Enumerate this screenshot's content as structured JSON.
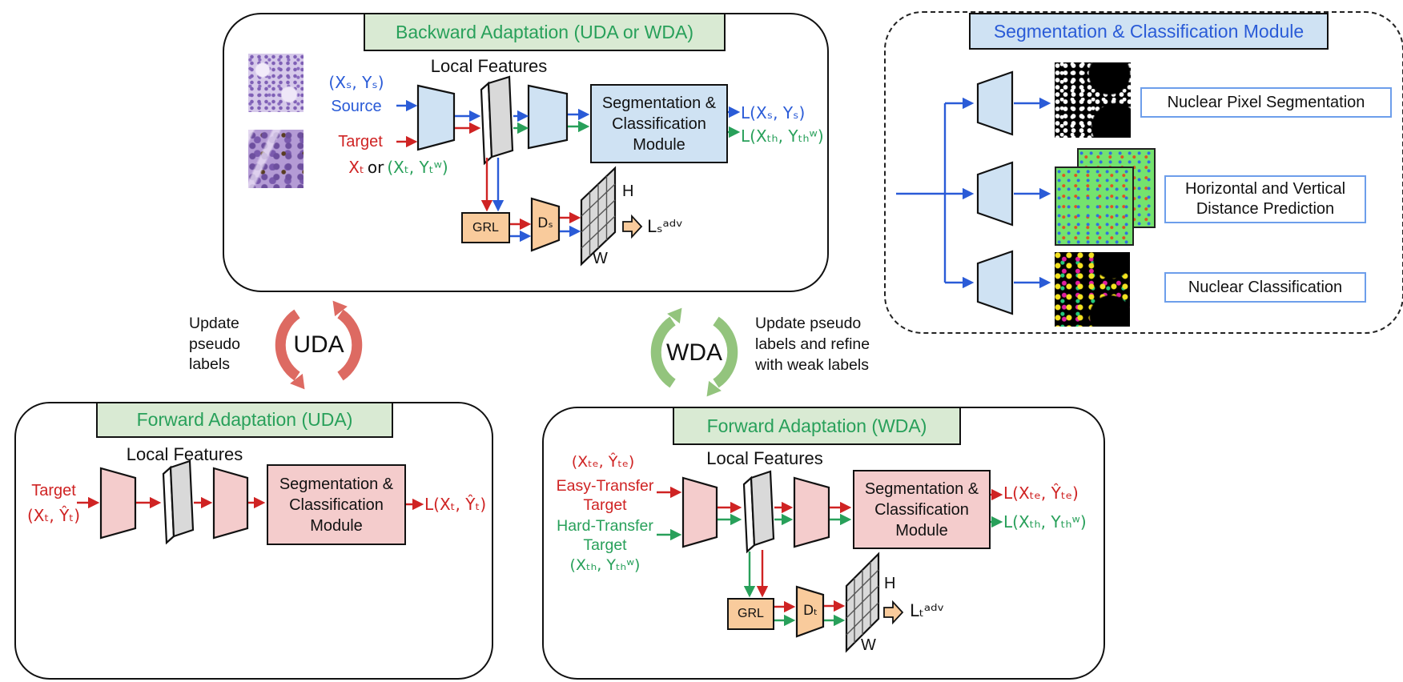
{
  "colors": {
    "arrow_blue": "#2a5bd7",
    "arrow_red": "#cf2323",
    "arrow_green": "#28a05a",
    "banner_green": "#d9ead3",
    "module_blue": "#cfe2f3",
    "module_pink": "#f4cccc",
    "discriminator_orange": "#f9cb9c",
    "uda_cycle_red": "#dd6a62",
    "wda_cycle_green": "#93c47d",
    "grid_gray": "#d9d9d9",
    "label_box_border_blue": "#6d9eeb"
  },
  "backward": {
    "title": "Backward Adaptation (UDA or WDA)",
    "local_features": "Local Features",
    "input": {
      "source_pair": "(Xₛ, Yₛ)",
      "source": "Source",
      "target": "Target",
      "xt": "Xₜ",
      "or": "or",
      "xt_pair": "(Xₜ, Yₜʷ)"
    },
    "module_lines": [
      "Segmentation &",
      "Classification",
      "Module"
    ],
    "losses": {
      "source": "L(Xₛ, Yₛ)",
      "target": "L(Xₜₕ, Yₜₕʷ)"
    },
    "grl": "GRL",
    "discriminator": "Dₛ",
    "axis": {
      "h": "H",
      "w": "W"
    },
    "adv_loss": "Lₛᵃᵈᵛ"
  },
  "seg_module": {
    "title": "Segmentation & Classification Module",
    "branches": [
      {
        "label": "Nuclear Pixel Segmentation"
      },
      {
        "lines": [
          "Horizontal and Vertical",
          "Distance Prediction"
        ]
      },
      {
        "label": "Nuclear Classification"
      }
    ]
  },
  "cycles": {
    "uda": {
      "label": "UDA",
      "note": [
        "Update",
        "pseudo",
        "labels"
      ]
    },
    "wda": {
      "label": "WDA",
      "note": [
        "Update pseudo",
        "labels and refine",
        "with weak labels"
      ]
    }
  },
  "forward_uda": {
    "title": "Forward Adaptation (UDA)",
    "local_features": "Local Features",
    "input_title": "Target",
    "input_pair": "(Xₜ, Ŷₜ)",
    "module_lines": [
      "Segmentation &",
      "Classification",
      "Module"
    ],
    "loss": "L(Xₜ, Ŷₜ)"
  },
  "forward_wda": {
    "title": "Forward Adaptation (WDA)",
    "local_features": "Local Features",
    "easy_pair": "(Xₜₑ, Ŷₜₑ)",
    "easy_lines": [
      "Easy-Transfer",
      "Target"
    ],
    "hard_lines": [
      "Hard-Transfer",
      "Target"
    ],
    "hard_pair": "(Xₜₕ, Yₜₕʷ)",
    "module_lines": [
      "Segmentation &",
      "Classification",
      "Module"
    ],
    "losses": {
      "easy": "L(Xₜₑ, Ŷₜₑ)",
      "hard": "L(Xₜₕ, Yₜₕʷ)"
    },
    "grl": "GRL",
    "discriminator": "Dₜ",
    "axis": {
      "h": "H",
      "w": "W"
    },
    "adv_loss": "Lₜᵃᵈᵛ"
  }
}
